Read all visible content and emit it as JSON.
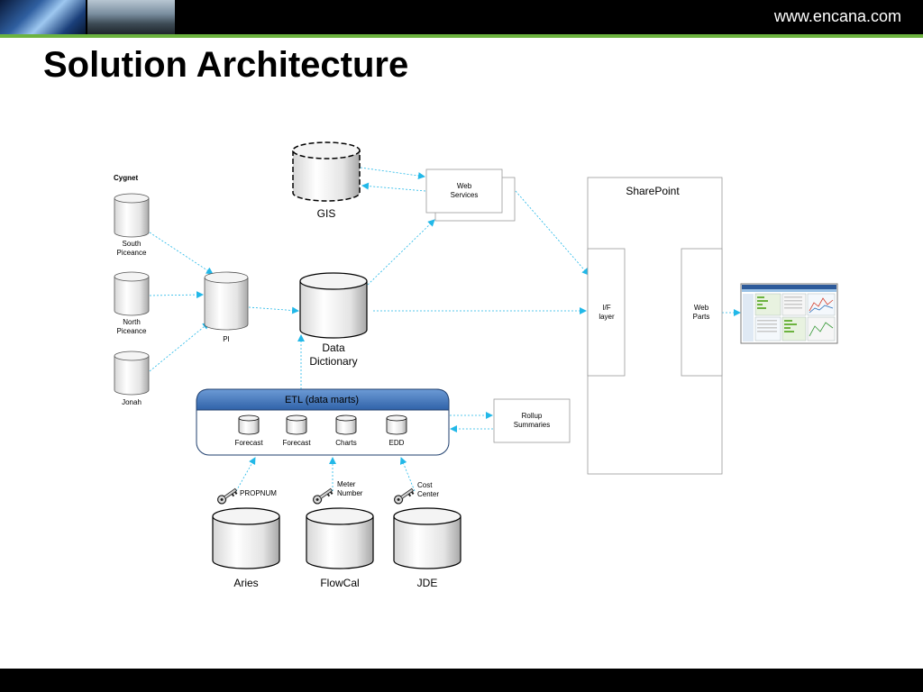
{
  "header": {
    "url": "www.encana.com",
    "title": "Solution Architecture"
  },
  "diagram": {
    "cygnet": {
      "heading": "Cygnet",
      "sources": [
        {
          "line1": "South",
          "line2": "Piceance"
        },
        {
          "line1": "North",
          "line2": "Piceance"
        },
        {
          "line1": "Jonah",
          "line2": ""
        }
      ]
    },
    "pi": "PI",
    "gis": "GIS",
    "web_services": {
      "line1": "Web",
      "line2": "Services"
    },
    "data_dictionary": {
      "line1": "Data",
      "line2": "Dictionary"
    },
    "sharepoint": {
      "title": "SharePoint",
      "if_layer": {
        "line1": "I/F",
        "line2": "layer"
      },
      "web_parts": {
        "line1": "Web",
        "line2": "Parts"
      }
    },
    "etl": {
      "title": "ETL (data marts)",
      "marts": [
        "Forecast",
        "Forecast",
        "Charts",
        "EDD"
      ]
    },
    "rollup": {
      "line1": "Rollup",
      "line2": "Summaries"
    },
    "keys": {
      "propnum": "PROPNUM",
      "meter": {
        "line1": "Meter",
        "line2": "Number"
      },
      "cost": {
        "line1": "Cost",
        "line2": "Center"
      }
    },
    "sources": [
      "Aries",
      "FlowCal",
      "JDE"
    ]
  },
  "colors": {
    "accent_green": "#6cb33f",
    "arrow": "#22b8e8",
    "etl_header": "#3f74b8"
  }
}
